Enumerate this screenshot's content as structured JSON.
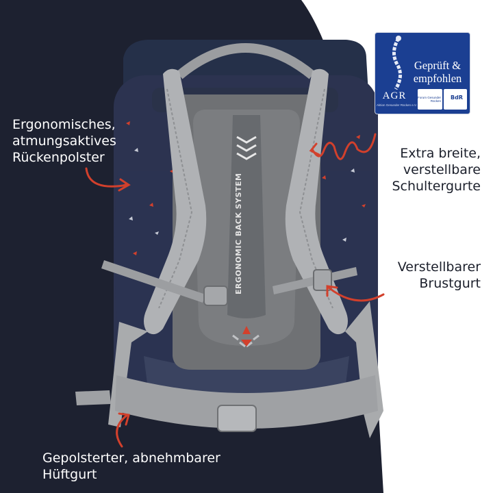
{
  "colors": {
    "background_dark": "#1d2130",
    "background_light": "#ffffff",
    "arrow_red": "#d2402c",
    "bag_navy": "#2c3350",
    "strap_grey": "#a9abad",
    "badge_blue": "#1b3f92"
  },
  "callouts": {
    "back_padding": [
      "Ergonomisches,",
      "atmungsaktives",
      "Rückenpolster"
    ],
    "shoulder_straps": [
      "Extra breite,",
      "verstellbare",
      "Schultergurte"
    ],
    "chest_strap": [
      "Verstellbarer",
      "Brustgurt"
    ],
    "hip_belt": [
      "Gepolsterter, abnehmbarer",
      "Hüftgurt"
    ]
  },
  "badge": {
    "title_line1": "Geprüft &",
    "title_line2": "empfohlen",
    "org": "AGR",
    "org_sub": "Aktion Gesunder Rücken e.V.",
    "forum": "Forum Gesunder Rücken",
    "bdr": "BdR"
  },
  "product": {
    "back_system_text": "ERGONOMIC BACK SYSTEM"
  }
}
